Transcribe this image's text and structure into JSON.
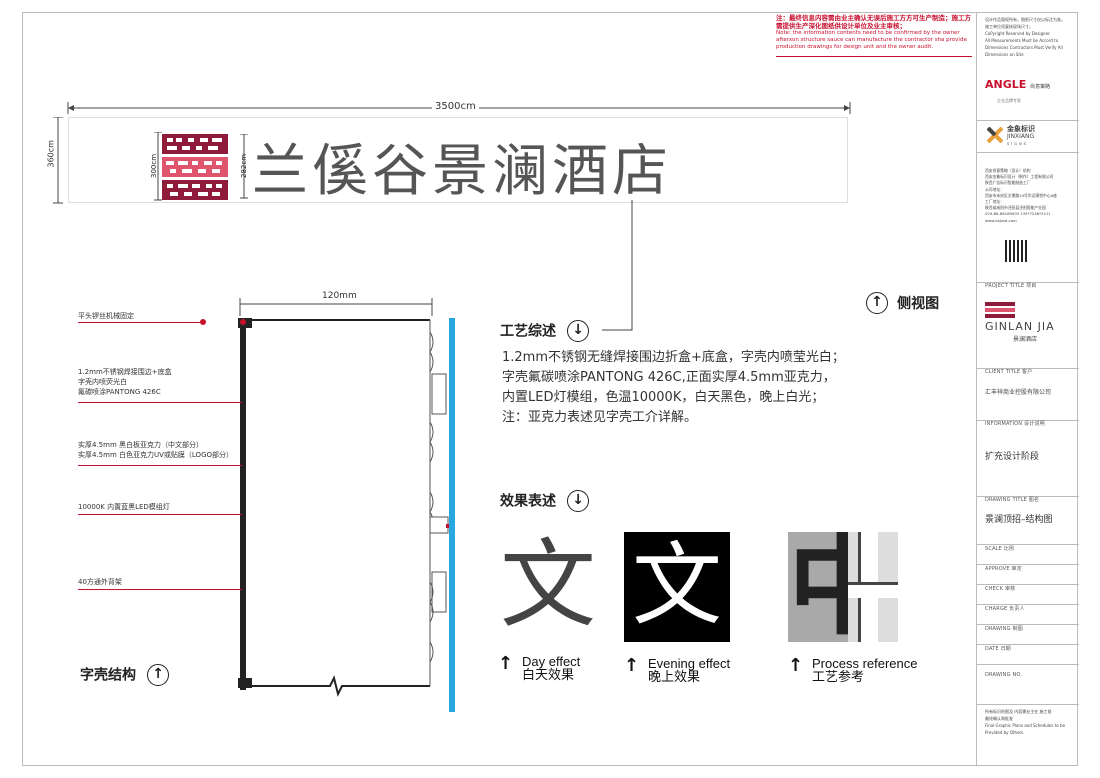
{
  "note": {
    "cn": "注：最终信息内容需由业主确认无误后施工方方可生产制造；施工方需提供生产深化图纸供设计单位及业主审核；",
    "en": "Note: the information contents need to be confirmed by the owner afterxon structure sauce can manufacture the contractor sha provide production drawings for design unit and the owner audit."
  },
  "dims": {
    "width": "3500cm",
    "height": "360cm",
    "logo_h": "300cm",
    "text_h": "282cm",
    "depth": "120mm"
  },
  "sign": {
    "text": "兰傒谷景澜酒店",
    "logo_glyphs": [
      "回门",
      "乐洋",
      "田门"
    ]
  },
  "callouts": [
    {
      "lines": [
        "平头锣丝机械固定"
      ]
    },
    {
      "lines": [
        "1.2mm不锈钢焊接围边+底盒",
        "字壳内喷荧光白",
        "氟碳喷涂PANTONG 426C"
      ]
    },
    {
      "lines": [
        "实厚4.5mm 黑白板亚克力（中文部分）",
        "实厚4.5mm 白色亚克力UV或贴膜（LOGO部分）"
      ]
    },
    {
      "lines": [
        "10000K 内置蓝黑LED模组灯"
      ]
    },
    {
      "lines": [
        "40方通外背架"
      ]
    }
  ],
  "section_title": "字壳结构",
  "side_view": "侧视图",
  "process": {
    "title": "工艺综述",
    "lines": [
      "1.2mm不锈钢无缝焊接围边折盒+底盒，字壳内喷莹光白；",
      "字壳氟碳喷涂PANTONG 426C,正面实厚4.5mm亚克力，",
      "内置LED灯模组，色温10000K，白天黑色，晚上白光；",
      "注：亚克力表述见字壳工介详解。"
    ]
  },
  "effect": {
    "title": "效果表述",
    "glyph": "文",
    "process_glyph": "中",
    "items": [
      {
        "en": "Day effect",
        "cn": "白天效果"
      },
      {
        "en": "Evening effect",
        "cn": "晚上效果"
      },
      {
        "en": "Process reference",
        "cn": "工艺参考"
      }
    ]
  },
  "sidebar": {
    "copyright": [
      "设计作品版权所有，图纸尺寸仅以标注为准。",
      "施工单位须复核现场尺寸。",
      "CoPyright Reserved by Designer.",
      "All Measurements Must be Accord to",
      "Dimensions Contractors Must Verify All",
      "Dimensions on Site"
    ],
    "brand1": "ANGLE",
    "brand1_sub": "尚意策略",
    "brand1_tag": "企业品牌专家",
    "brand2": "金象标识",
    "brand2_en": "JINXIANG",
    "brand2_sub": "SIGNS",
    "company_lines": [
      "西安尚意策略（设计）机构",
      "西安金象标识设计（制作）工程有限公司",
      "陕西广告标识智能制造工厂",
      "公司地址：",
      "西安市未央区文景路19号华远锦悦中心A座",
      "工厂地址：",
      "陕西省咸阳市泾阳县泾阳智能产业园",
      "029-86-86189003  135*7248*3211",
      "www.xajxsd.com"
    ],
    "project_label": "PROJECT TITLE 项目",
    "project_name": "GINLAN JIA",
    "project_cn": "景澜酒店",
    "client_label": "CLIENT TITLE 客户",
    "client_value": "汇丰祥商业控股有限公司",
    "info_label": "INFORMATION 设计说明",
    "info_value": "扩充设计阶段",
    "drawing_label": "DRAWING TITLE 图名",
    "drawing_value": "景澜顶招–结构图",
    "scale_label": "SCALE 比例",
    "approve_label": "APPROVE 审定",
    "check_label": "CHECK 审核",
    "charge_label": "CHARGE 负责人",
    "drawing2_label": "DRAWING 制图",
    "date_label": "DATE 日期",
    "drawno_label": "DRAWING NO.",
    "footer_lines": [
      "所有标识的图及 内容需业主在 施工前",
      "最终确认和批准",
      "Final Graphic Plans and Schedules to be",
      "Provided by Others."
    ]
  },
  "colors": {
    "accent_red": "#c8102e",
    "logo_red": "#8e1b3a",
    "logo_pink": "#e0556e",
    "blue": "#2aa7e0"
  }
}
